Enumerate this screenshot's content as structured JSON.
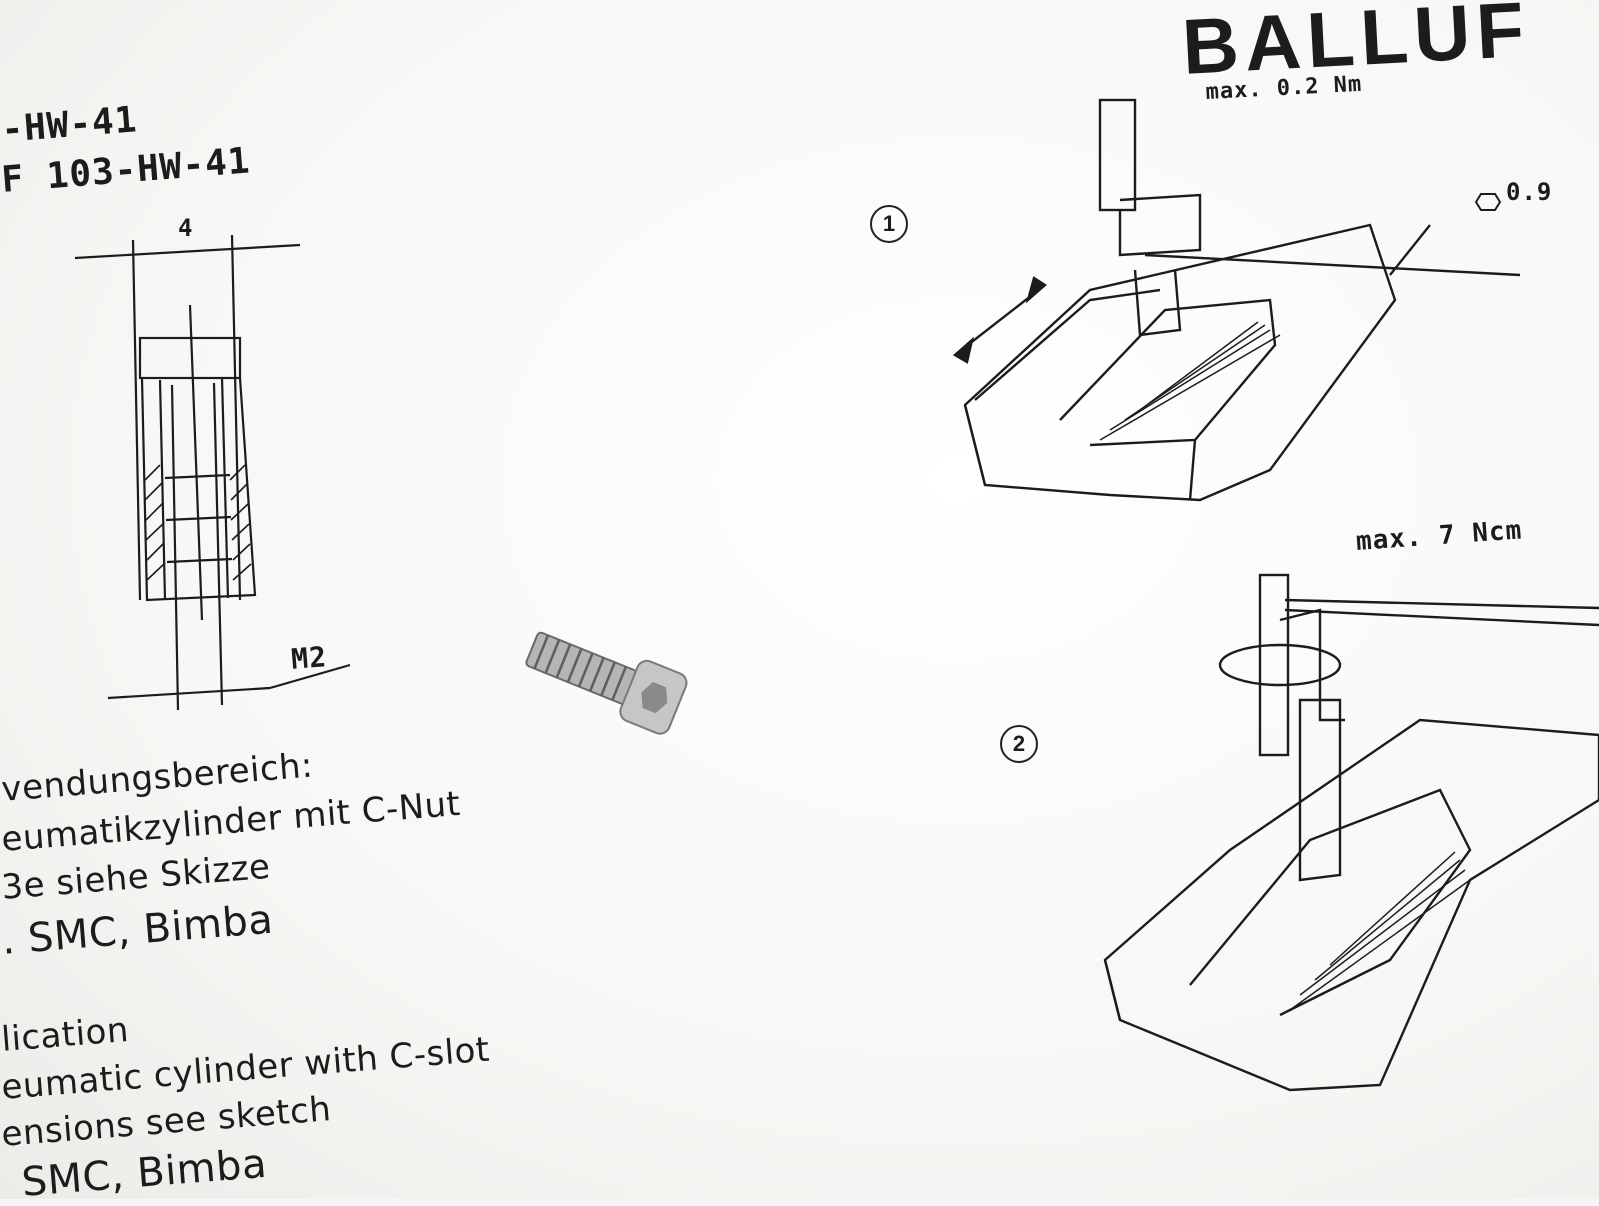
{
  "brand": {
    "logo": "BALLUF"
  },
  "labels": {
    "model_1": "-HW-41",
    "model_2": "F 103-HW-41",
    "dim_width": "4",
    "dim_thread": "M2",
    "torque_1": "max. 0.2 Nm",
    "torque_2": "max. 7 Ncm",
    "hex_size": "0.9",
    "step_1": "1",
    "step_2": "2"
  },
  "text_de": [
    "vendungsbereich:",
    "eumatikzylinder mit C-Nut",
    "3e siehe Skizze",
    ". SMC, Bimba"
  ],
  "text_en": [
    "lication",
    "eumatic cylinder with C-slot",
    "ensions see sketch",
    " SMC, Bimba"
  ],
  "icons": [
    "hexagon-icon",
    "circled-number-icon",
    "screw-photo"
  ],
  "colors": {
    "paper": "#f6f6f4",
    "ink": "#1c1c1c",
    "screw": "#a8a8a8"
  }
}
